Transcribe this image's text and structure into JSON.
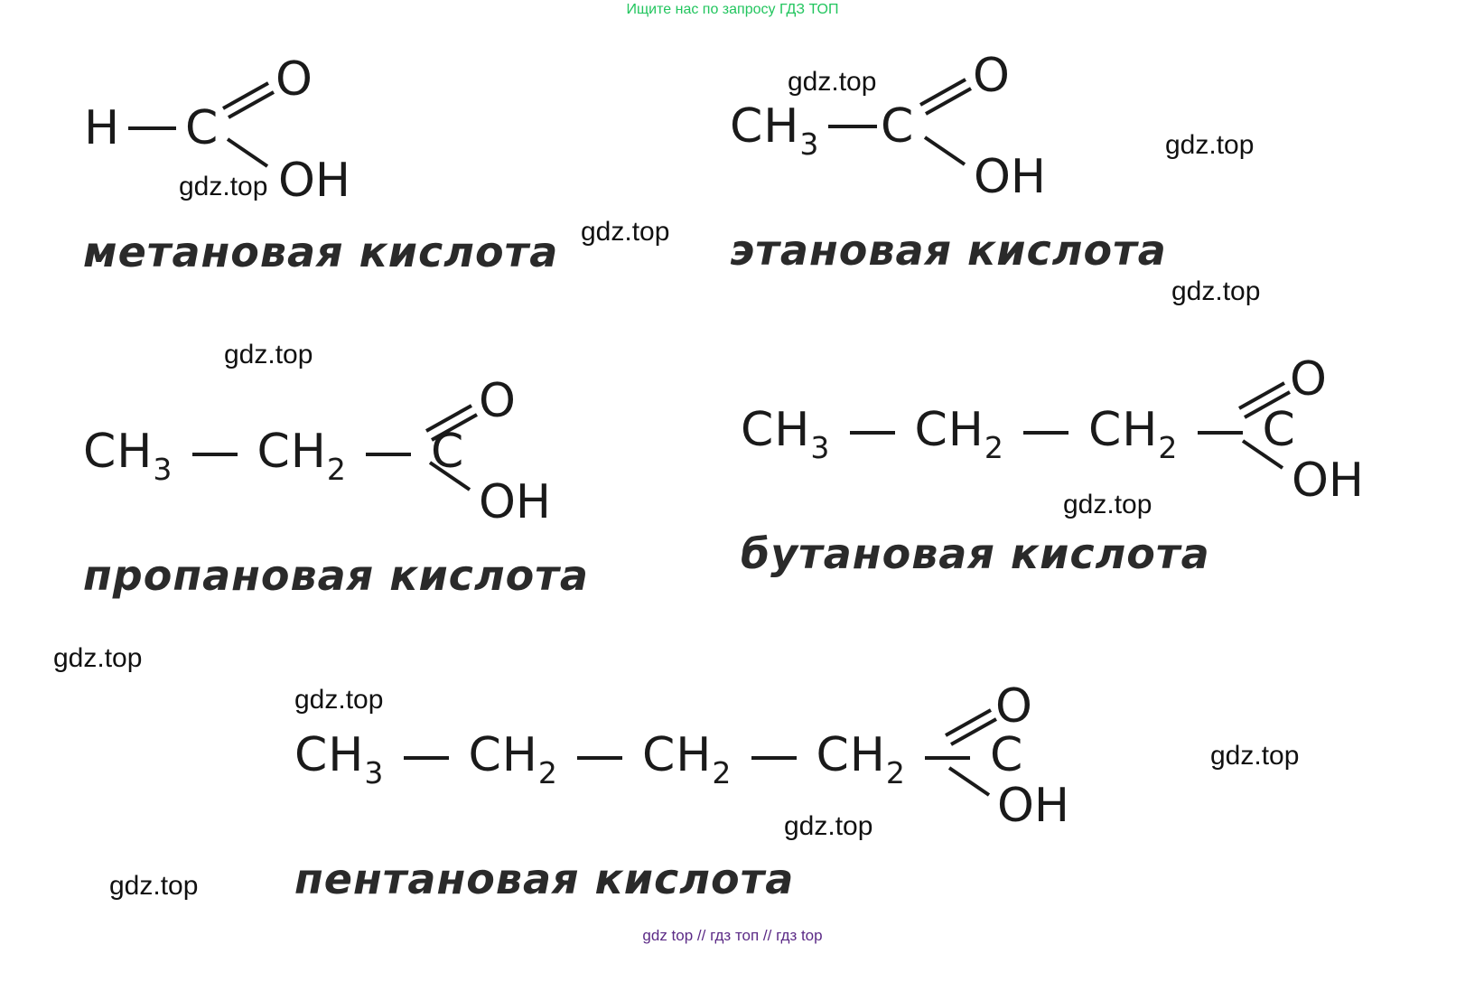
{
  "header": {
    "text": "Ищите нас по запросу ГДЗ ТОП",
    "color": "#22c55e"
  },
  "acids": [
    {
      "left_parts": [
        {
          "t": "H",
          "s": ""
        }
      ],
      "name": "метановая кислота",
      "carbon": "C",
      "oxygen": "O",
      "hydroxyl": "OH"
    },
    {
      "left_parts": [
        {
          "t": "CH",
          "s": "3"
        }
      ],
      "name": "этановая кислота",
      "carbon": "C",
      "oxygen": "O",
      "hydroxyl": "OH"
    },
    {
      "left_parts": [
        {
          "t": "CH",
          "s": "3"
        },
        {
          "t": "CH",
          "s": "2"
        }
      ],
      "name": "пропановая кислота",
      "carbon": "C",
      "oxygen": "O",
      "hydroxyl": "OH"
    },
    {
      "left_parts": [
        {
          "t": "CH",
          "s": "3"
        },
        {
          "t": "CH",
          "s": "2"
        },
        {
          "t": "CH",
          "s": "2"
        }
      ],
      "name": "бутановая кислота",
      "carbon": "C",
      "oxygen": "O",
      "hydroxyl": "OH"
    },
    {
      "left_parts": [
        {
          "t": "CH",
          "s": "3"
        },
        {
          "t": "CH",
          "s": "2"
        },
        {
          "t": "CH",
          "s": "2"
        },
        {
          "t": "CH",
          "s": "2"
        }
      ],
      "name": "пентановая кислота",
      "carbon": "C",
      "oxygen": "O",
      "hydroxyl": "OH"
    }
  ],
  "watermark": "gdz.top",
  "footer": {
    "text": "gdz top  //  гдз топ  //  гдз top",
    "color": "#5b2a86"
  }
}
